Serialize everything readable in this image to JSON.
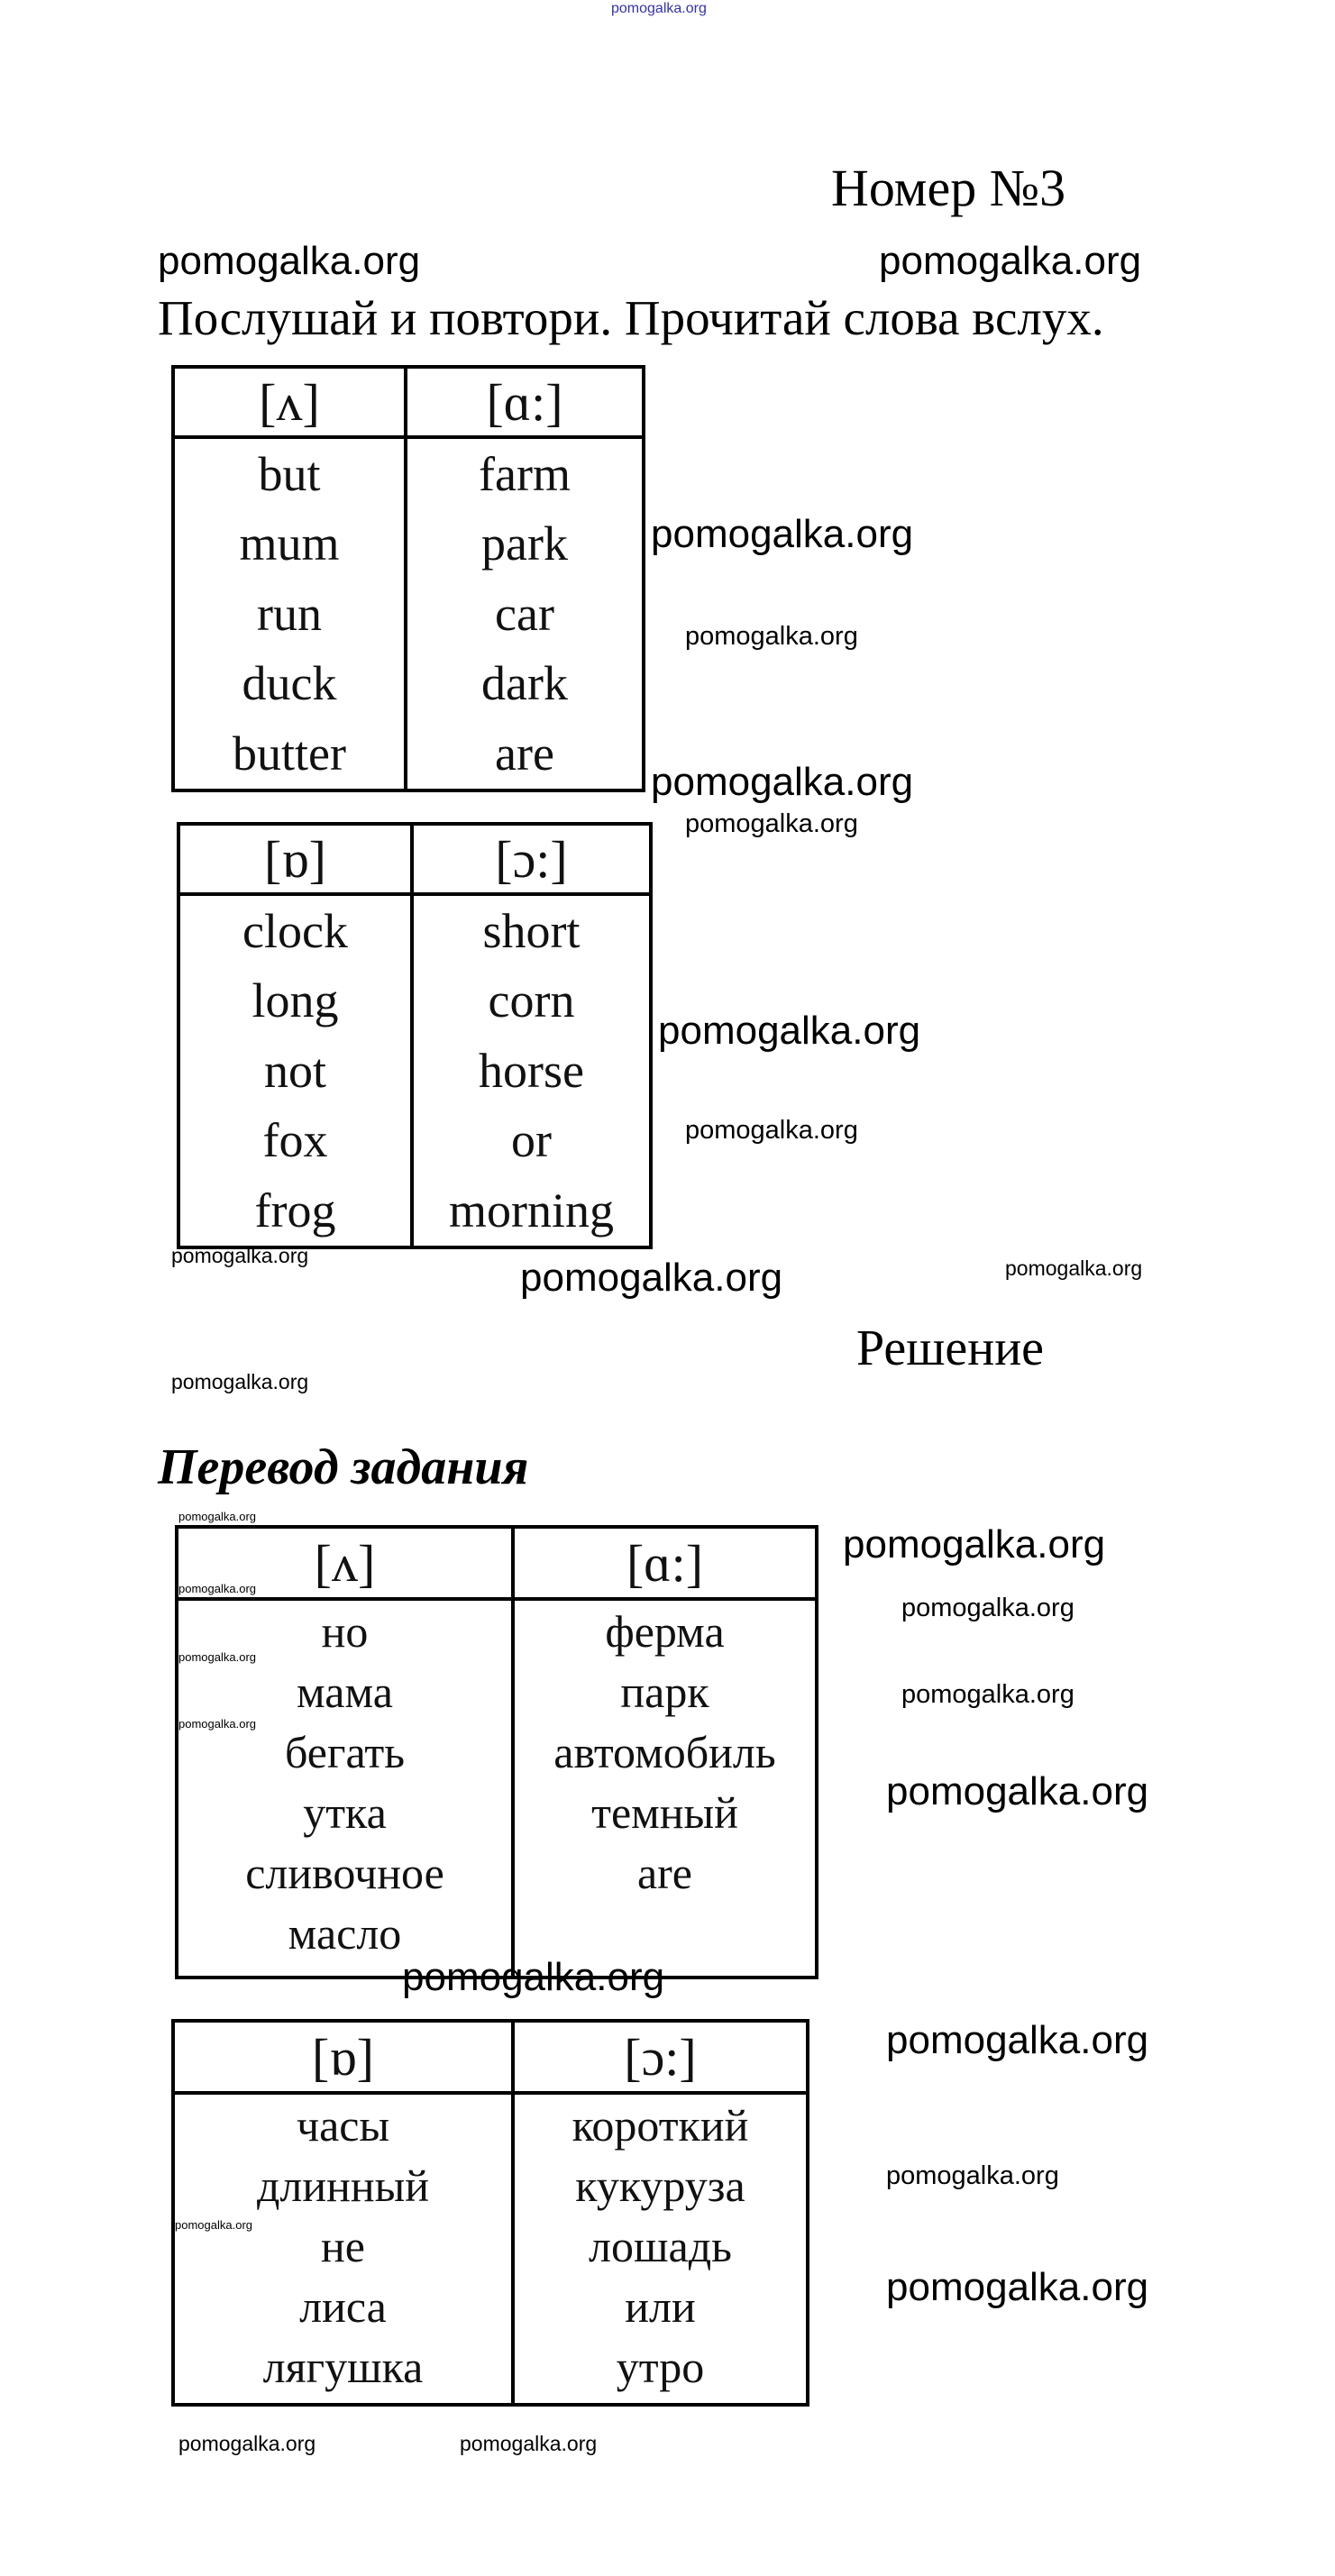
{
  "watermark_text": "pomogalka.org",
  "header": {
    "title": "Номер №3",
    "instruction": "Послушай и повтори. Прочитай слова вслух."
  },
  "task_tables": [
    {
      "headers": [
        "[ʌ]",
        "[ɑ:]"
      ],
      "columns": [
        [
          "but",
          "mum",
          "run",
          "duck",
          "butter"
        ],
        [
          "farm",
          "park",
          "car",
          "dark",
          "are"
        ]
      ]
    },
    {
      "headers": [
        "[ɒ]",
        "[ɔ:]"
      ],
      "columns": [
        [
          "clock",
          "long",
          "not",
          "fox",
          "frog"
        ],
        [
          "short",
          "corn",
          "horse",
          "or",
          "morning"
        ]
      ]
    }
  ],
  "solution": {
    "heading": "Решение",
    "translation_title": "Перевод задания"
  },
  "translation_tables": [
    {
      "headers": [
        "[ʌ]",
        "[ɑ:]"
      ],
      "columns": [
        [
          "но",
          "мама",
          "бегать",
          "утка",
          "сливочное",
          "масло"
        ],
        [
          "ферма",
          "парк",
          "автомобиль",
          "темный",
          "are"
        ]
      ]
    },
    {
      "headers": [
        "[ɒ]",
        "[ɔ:]"
      ],
      "columns": [
        [
          "часы",
          "длинный",
          "не",
          "лиса",
          "лягушка"
        ],
        [
          "короткий",
          "кукуруза",
          "лошадь",
          "или",
          "утро"
        ]
      ]
    }
  ]
}
